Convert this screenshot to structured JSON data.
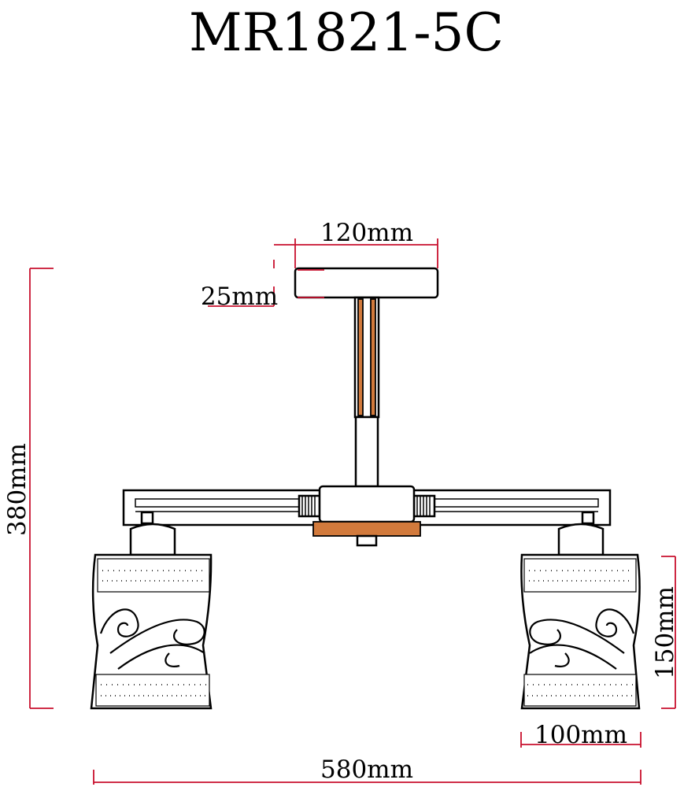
{
  "title": "MR1821-5C",
  "dimensions": {
    "canopy_width": "120mm",
    "canopy_height": "25mm",
    "total_height": "380mm",
    "shade_height": "150mm",
    "shade_width": "100mm",
    "total_width": "580mm"
  },
  "colors": {
    "dimension_line": "#c8102e",
    "outline": "#000000",
    "wood_accent": "#d27a3c"
  }
}
